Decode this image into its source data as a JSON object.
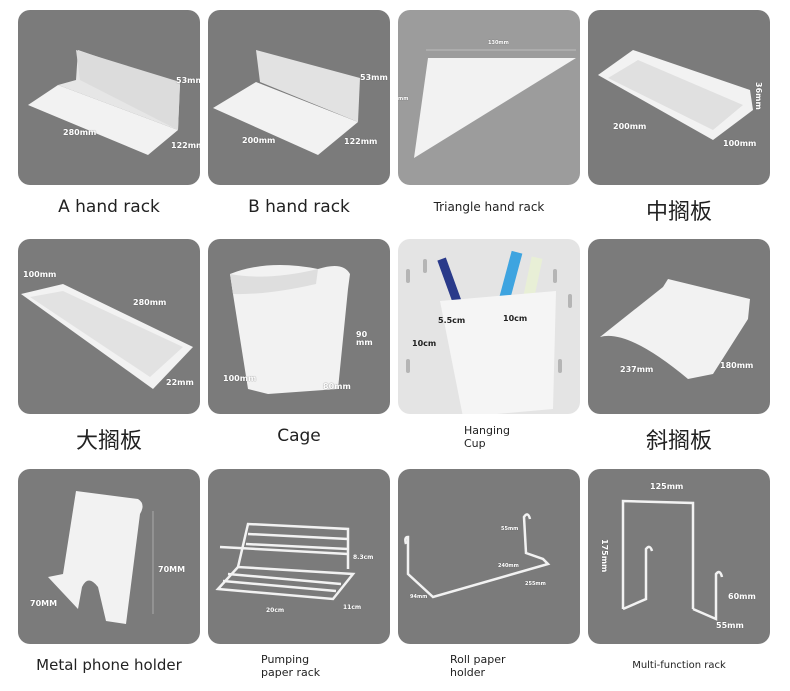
{
  "colors": {
    "card": "#7b7b7b",
    "card_light": "#9c9c9c",
    "pegboard": "#e4e4e4",
    "product": "#f4f4f4"
  },
  "items": [
    {
      "name": "A hand rack",
      "dims": [
        "53mm",
        "280mm",
        "122mm"
      ]
    },
    {
      "name": "B hand rack",
      "dims": [
        "53mm",
        "200mm",
        "122mm"
      ]
    },
    {
      "name": "Triangle hand rack",
      "dims": [
        "130mm",
        "mm"
      ]
    },
    {
      "name": "中搁板",
      "dims": [
        "36mm",
        "200mm",
        "100mm"
      ]
    },
    {
      "name": "大搁板",
      "dims": [
        "100mm",
        "280mm",
        "22mm"
      ]
    },
    {
      "name": "Cage",
      "dims": [
        "90 mm",
        "100mm",
        "80mm"
      ]
    },
    {
      "name_lines": [
        "Hanging",
        "Cup"
      ],
      "dims": [
        "5.5cm",
        "10cm",
        "10cm"
      ]
    },
    {
      "name": "斜搁板",
      "dims": [
        "237mm",
        "180mm"
      ]
    },
    {
      "name": "Metal phone holder",
      "dims": [
        "70MM",
        "70MM"
      ]
    },
    {
      "name_lines": [
        "Pumping",
        "paper rack"
      ],
      "dims": [
        "8.3cm",
        "20cm",
        "11cm"
      ]
    },
    {
      "name_lines": [
        "Roll paper",
        "holder"
      ],
      "dims": [
        "55mm",
        "240mm",
        "255mm",
        "94mm"
      ]
    },
    {
      "name": "Multi-function rack",
      "dims": [
        "125mm",
        "175mm",
        "60mm",
        "55mm"
      ]
    }
  ]
}
